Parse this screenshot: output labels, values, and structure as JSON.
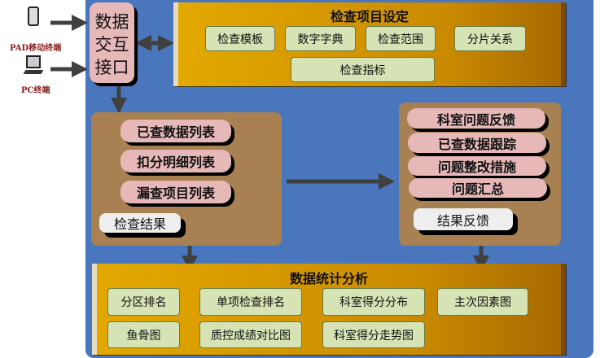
{
  "clients": {
    "pad": "PAD移动终端",
    "pc": "PC终端"
  },
  "interface": {
    "lines": [
      "数据",
      "交互",
      "接口"
    ]
  },
  "config": {
    "title": "检查项目设定",
    "items": [
      "检查模板",
      "数字字典",
      "检查范围",
      "分片关系",
      "检查指标"
    ]
  },
  "results": {
    "items": [
      "已查数据列表",
      "扣分明细列表",
      "漏查项目列表"
    ],
    "label": "检查结果"
  },
  "feedback": {
    "items": [
      "科室问题反馈",
      "已查数据跟踪",
      "问题整改措施",
      "问题汇总"
    ],
    "label": "结果反馈"
  },
  "analysis": {
    "title": "数据统计分析",
    "items": [
      "分区排名",
      "单项检查排名",
      "科室得分分布",
      "主次因素图",
      "鱼骨图",
      "质控成绩对比图",
      "科室得分走势图"
    ]
  }
}
